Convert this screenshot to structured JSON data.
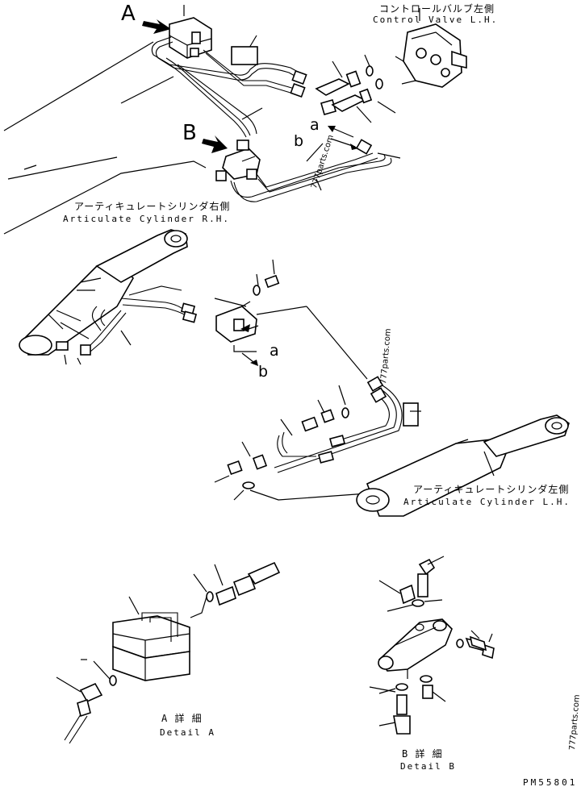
{
  "labels": {
    "callout_a": "A",
    "callout_b": "B",
    "control_valve_jp": "コントロールバルブ左側",
    "control_valve_en": "Control Valve L.H.",
    "cyl_rh_jp": "アーティキュレートシリンダ右側",
    "cyl_rh_en": "Articulate Cylinder R.H.",
    "cyl_lh_jp": "アーティキュレートシリンダ左側",
    "cyl_lh_en": "Articulate Cylinder L.H.",
    "port_a1": "a",
    "port_b1": "b",
    "port_a2": "a",
    "port_b2": "b",
    "detail_a_jp": "A 詳 細",
    "detail_a_en": "Detail A",
    "detail_b_jp": "B 詳 細",
    "detail_b_en": "Detail B",
    "drawing_number": "PM55801"
  },
  "watermarks": [
    "777parts.com",
    "777parts.com",
    "777parts.com"
  ],
  "icons": [
    "arrow-a-icon",
    "arrow-b-icon",
    "o-ring-icon",
    "fitting-icon",
    "hose-icon",
    "cylinder-icon",
    "valve-block-icon",
    "bolt-icon"
  ]
}
